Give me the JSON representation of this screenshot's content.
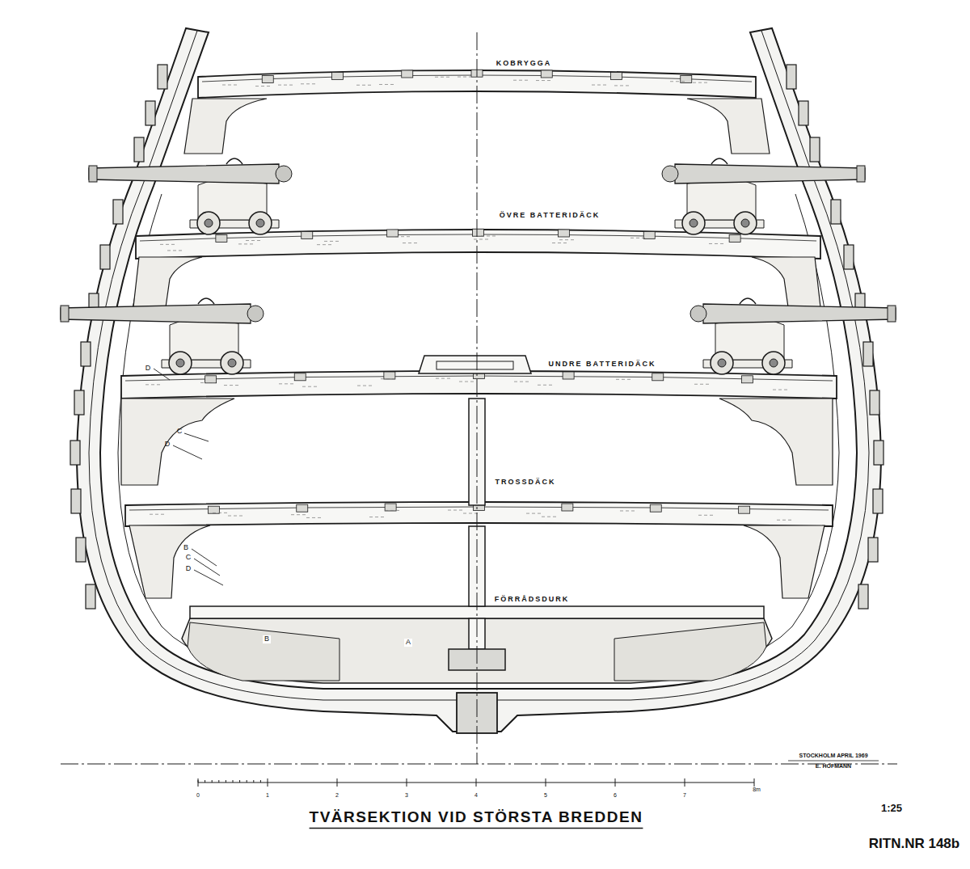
{
  "diagram": {
    "title": "TVÄRSEKTION VID STÖRSTA BREDDEN",
    "labels": [
      "KOBRYGGA",
      "ÖVRE BATTERIDÄCK",
      "UNDRE BATTERIDÄCK",
      "TROSSDÄCK",
      "FÖRRÅDSDURK",
      "D",
      "C",
      "D",
      "B",
      "C",
      "D",
      "B",
      "A",
      "0",
      "1",
      "2",
      "3",
      "4",
      "5",
      "6",
      "7",
      "8m",
      "STOCKHOLM APRIL 1969",
      "E. HOFMANN",
      "1:25",
      "RITN.NR 148b"
    ]
  }
}
